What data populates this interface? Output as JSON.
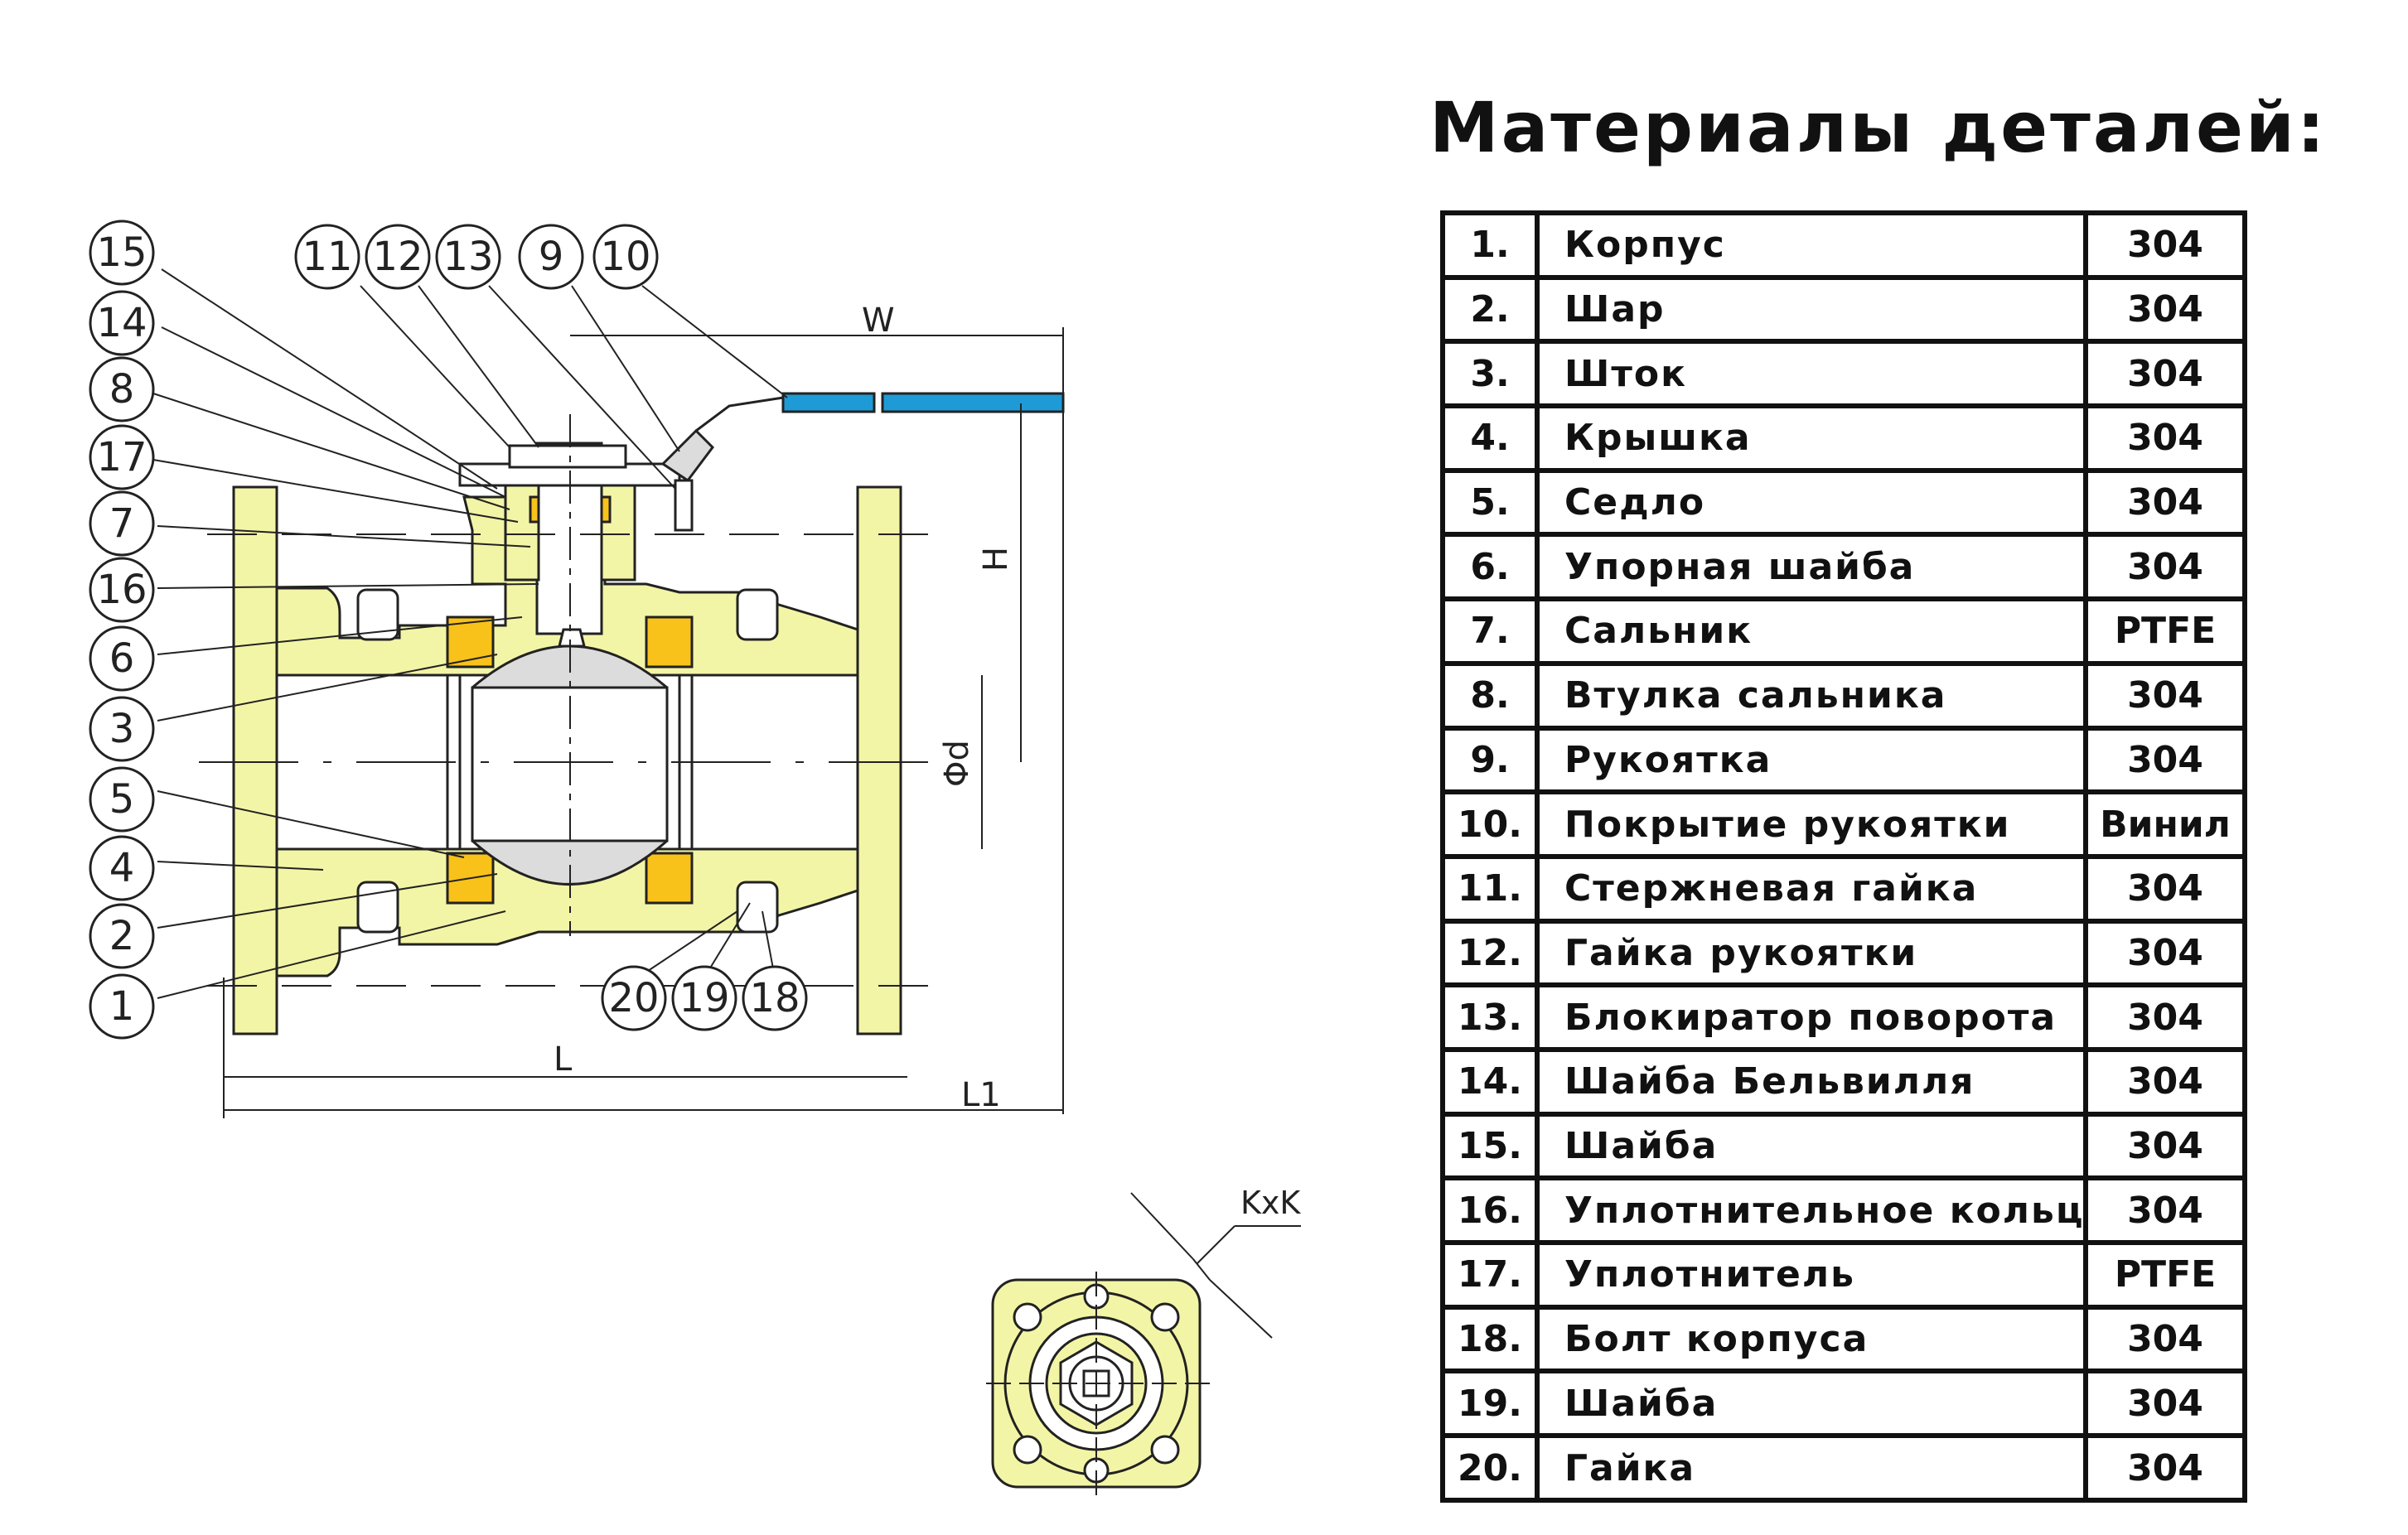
{
  "table": {
    "title": "Материалы деталей:",
    "rows": [
      {
        "num": "1.",
        "name": "Корпус",
        "material": "304"
      },
      {
        "num": "2.",
        "name": "Шар",
        "material": "304"
      },
      {
        "num": "3.",
        "name": "Шток",
        "material": "304"
      },
      {
        "num": "4.",
        "name": "Крышка",
        "material": "304"
      },
      {
        "num": "5.",
        "name": "Седло",
        "material": "304"
      },
      {
        "num": "6.",
        "name": "Упорная шайба",
        "material": "304"
      },
      {
        "num": "7.",
        "name": "Сальник",
        "material": "PTFE"
      },
      {
        "num": "8.",
        "name": "Втулка сальника",
        "material": "304"
      },
      {
        "num": "9.",
        "name": "Рукоятка",
        "material": "304"
      },
      {
        "num": "10.",
        "name": "Покрытие рукоятки",
        "material": "Винил"
      },
      {
        "num": "11.",
        "name": "Стержневая гайка",
        "material": "304"
      },
      {
        "num": "12.",
        "name": "Гайка рукоятки",
        "material": "304"
      },
      {
        "num": "13.",
        "name": "Блокиратор поворота",
        "material": "304"
      },
      {
        "num": "14.",
        "name": "Шайба Бельвилля",
        "material": "304"
      },
      {
        "num": "15.",
        "name": "Шайба",
        "material": "304"
      },
      {
        "num": "16.",
        "name": "Уплотнительное кольцо",
        "material": "304"
      },
      {
        "num": "17.",
        "name": "Уплотнитель",
        "material": "PTFE"
      },
      {
        "num": "18.",
        "name": "Болт корпуса",
        "material": "304"
      },
      {
        "num": "19.",
        "name": "Шайба",
        "material": "304"
      },
      {
        "num": "20.",
        "name": "Гайка",
        "material": "304"
      }
    ]
  },
  "drawing": {
    "callouts": [
      "15",
      "14",
      "8",
      "17",
      "7",
      "16",
      "6",
      "3",
      "5",
      "4",
      "2",
      "1",
      "11",
      "12",
      "13",
      "9",
      "10",
      "20",
      "19",
      "18"
    ],
    "dimensions": {
      "w": "W",
      "h": "H",
      "d": "Φd",
      "l": "L",
      "l1": "L1",
      "kxk": "KxK"
    }
  },
  "colors": {
    "body": "#f3f5a6",
    "seat": "#f8c21a",
    "ball": "#dcdcdc",
    "handle_cover": "#1e9bd7",
    "line": "#222222"
  }
}
